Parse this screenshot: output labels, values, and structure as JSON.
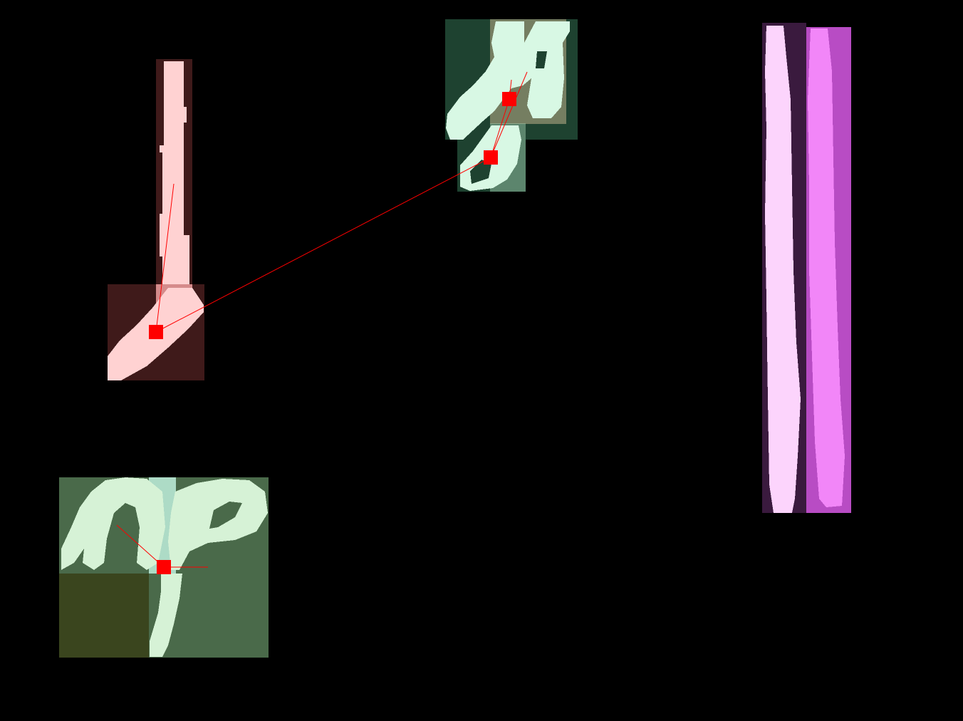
{
  "canvas": {
    "background": "#000000"
  },
  "link_color": "#ff0000",
  "node_color": "#ff0000",
  "components": [
    {
      "id": "pink-stroke-group",
      "box_color": "#3f1a1a",
      "ink_color": "#ffd2d2",
      "parts": [
        "vertical-bar",
        "diagonal-blob"
      ]
    },
    {
      "id": "mint-glyph-top",
      "box_color": "#1e4230",
      "ink_color": "#d8f8e4",
      "parts": [
        "glyph-upper",
        "glyph-lower"
      ]
    },
    {
      "id": "green-glyph-bottom",
      "box_color": "#4a6a4a",
      "ink_color": "#d6f2d6",
      "parts": [
        "glyph-left",
        "glyph-right",
        "descender"
      ]
    },
    {
      "id": "magenta-columns",
      "box_color": "#3a1a3e",
      "ink_color": "#fcd4fc",
      "parts": [
        "column-light",
        "column-bright"
      ]
    }
  ],
  "links": [
    {
      "from": "pink-stroke-group",
      "to": "mint-glyph-top"
    }
  ]
}
